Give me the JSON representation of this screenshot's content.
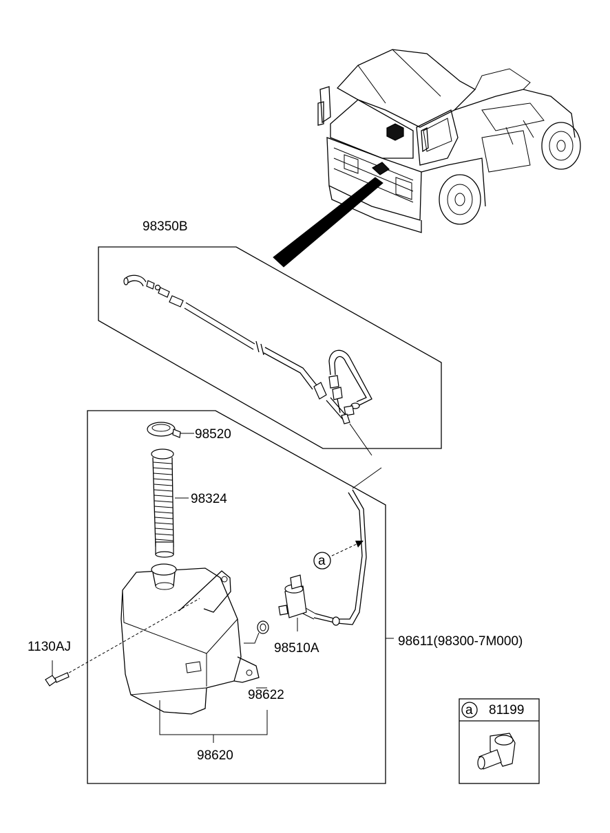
{
  "diagram": {
    "labels": {
      "hose_assy": "98350B",
      "cap": "98520",
      "filler_neck": "98324",
      "bolt": "1130AJ",
      "pump": "98510A",
      "hose": "98611(98300-7M000)",
      "grommet": "98622",
      "reservoir_assy": "98620",
      "callout_letter": "a",
      "clip_letter": "a",
      "clip_part": "81199"
    }
  }
}
